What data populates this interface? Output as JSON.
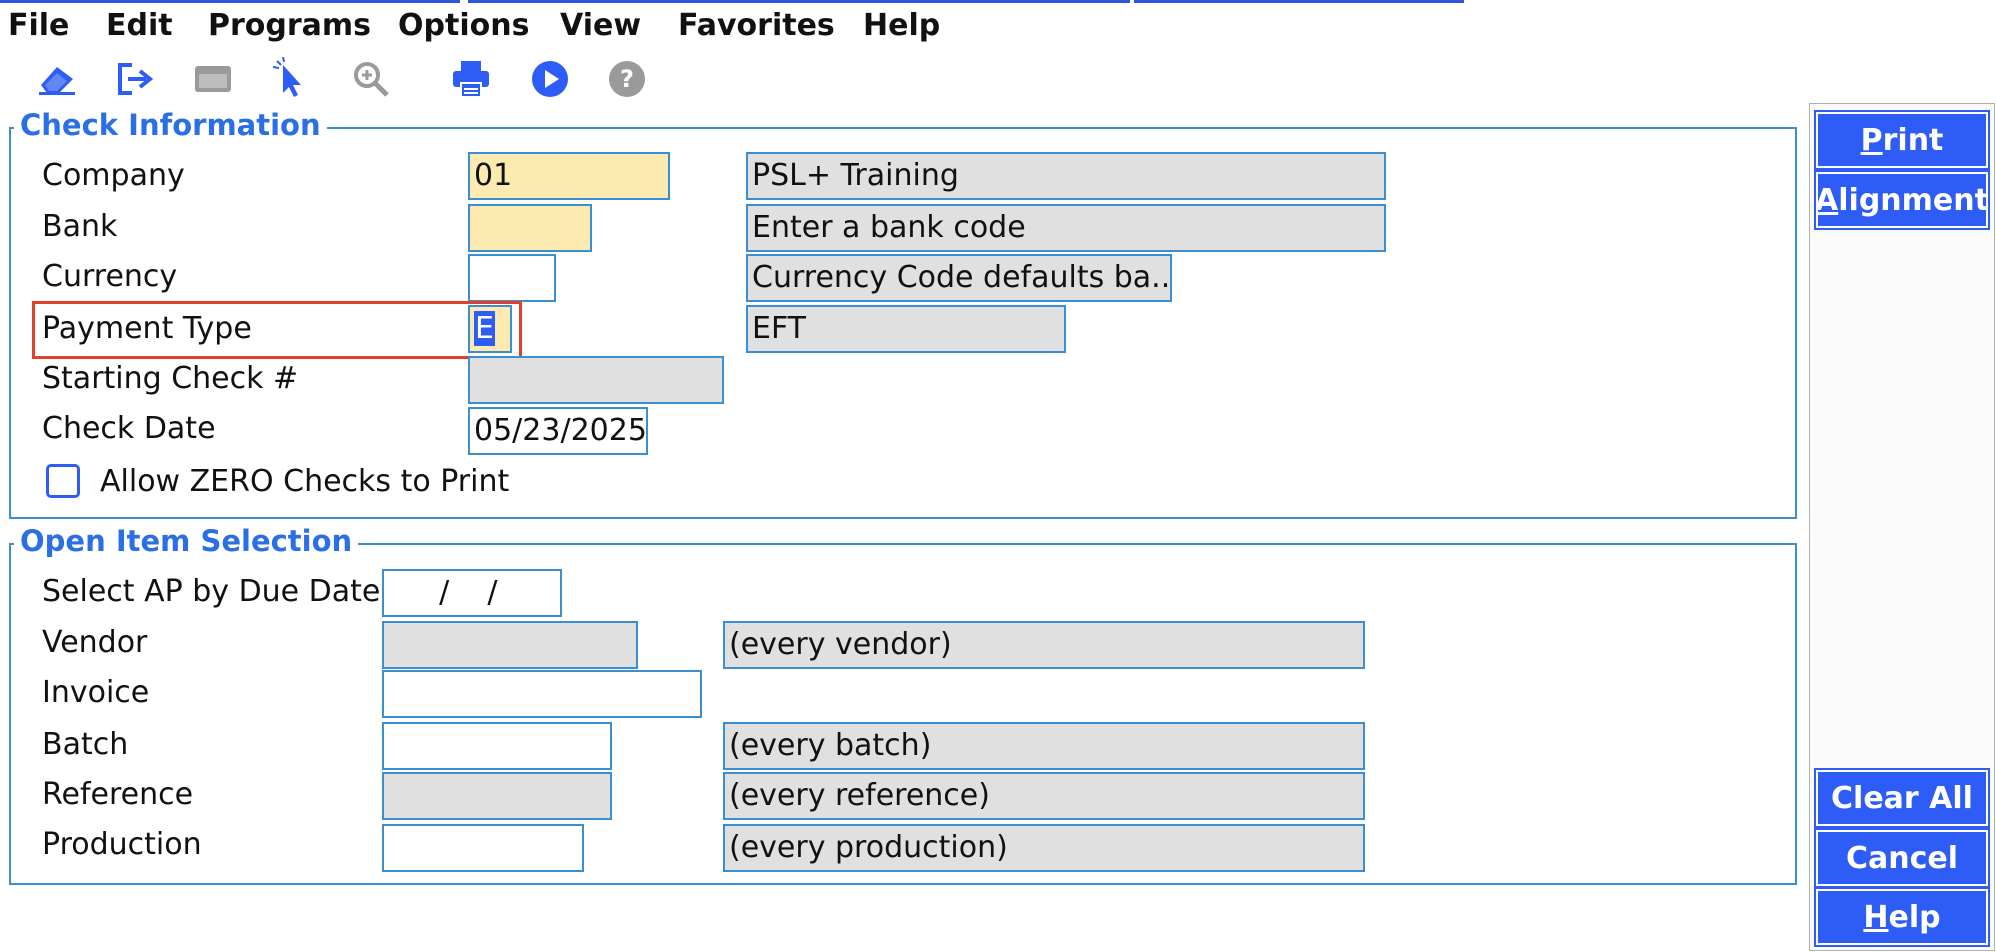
{
  "menu": [
    "File",
    "Edit",
    "Programs",
    "Options",
    "View",
    "Favorites",
    "Help"
  ],
  "toolbar": [
    "eraser-icon",
    "exit-icon",
    "window-icon",
    "pointer-icon",
    "zoom-icon",
    "print-icon",
    "play-icon",
    "help-icon"
  ],
  "check_info": {
    "legend": "Check Information",
    "company_label": "Company",
    "company_value": "01",
    "company_desc": "PSL+ Training",
    "bank_label": "Bank",
    "bank_value": "",
    "bank_desc": "Enter a bank code",
    "currency_label": "Currency",
    "currency_value": "",
    "currency_desc": "Currency Code defaults ba...",
    "payment_type_label": "Payment Type",
    "payment_type_value": "E",
    "payment_type_desc": "EFT",
    "starting_check_label": "Starting Check #",
    "starting_check_value": "",
    "check_date_label": "Check Date",
    "check_date_value": "05/23/2025",
    "allow_zero_label": "Allow ZERO Checks to Print"
  },
  "open_items": {
    "legend": "Open Item Selection",
    "due_date_label": "Select AP by Due Date",
    "due_date_value": "  /    /",
    "vendor_label": "Vendor",
    "vendor_desc": "(every vendor)",
    "invoice_label": "Invoice",
    "batch_label": "Batch",
    "batch_desc": "(every batch)",
    "reference_label": "Reference",
    "reference_desc": "(every reference)",
    "production_label": "Production",
    "production_desc": "(every production)"
  },
  "buttons": {
    "print_underline": "P",
    "print_rest": "rint",
    "alignment_underline": "A",
    "alignment_rest": "lignment",
    "clear_all": "Clear All",
    "cancel": "Cancel",
    "help_underline": "H",
    "help_rest": "elp"
  },
  "colors": {
    "accent": "#2e5cf6",
    "legend": "#2a6fe6",
    "required_field": "#fdeab0",
    "readonly_field": "#e0e0e0",
    "highlight": "#e0402c"
  }
}
